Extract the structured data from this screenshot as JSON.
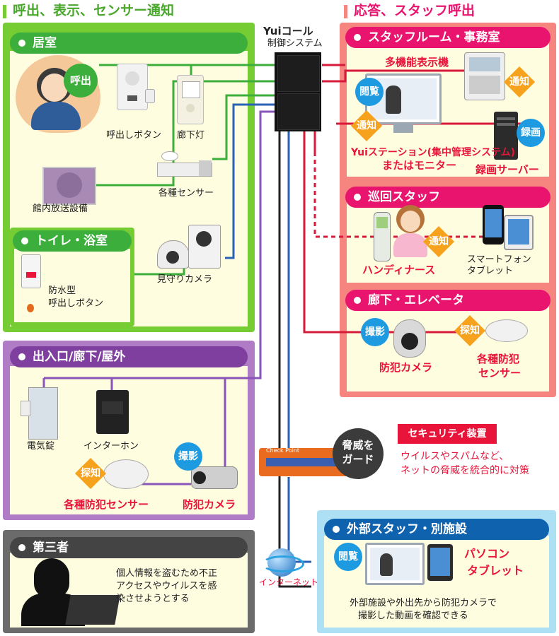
{
  "left_heading": "呼出、表示、センサー通知",
  "right_heading": "応答、スタッフ呼出",
  "controller": {
    "logo": "Yuiコール",
    "subtitle": "制御システム"
  },
  "kyoshitsu": {
    "title": "居室",
    "call_bubble": "呼出",
    "call_button": "呼出しボタン",
    "hall_light": "廊下灯",
    "sensors": "各種センサー",
    "broadcast": "館内放送設備",
    "camera": "見守りカメラ"
  },
  "toilet": {
    "title": "トイレ・浴室",
    "button_line1": "防水型",
    "button_line2": "呼出しボタン"
  },
  "entrance": {
    "title": "出入口/廊下/屋外",
    "lock": "電気錠",
    "intercom": "インターホン",
    "detect_badge": "探知",
    "shoot_badge": "撮影",
    "sensor": "各種防犯センサー",
    "camera": "防犯カメラ"
  },
  "third_party": {
    "title": "第三者",
    "desc_line1": "個人情報を盗むため不正",
    "desc_line2": "アクセスやウイルスを感",
    "desc_line3": "染させようとする"
  },
  "staff_room": {
    "title": "スタッフルーム・事務室",
    "display_device": "多機能表示機",
    "notify_badge": "通知",
    "view_badge": "閲覧",
    "notify_badge2": "通知",
    "record_badge": "録画",
    "station_line1": "Yuiステーション(集中管理システム)",
    "station_line2": "またはモニター",
    "recorder": "録画サーバー"
  },
  "patrol": {
    "title": "巡回スタッフ",
    "notify_badge": "通知",
    "handy": "ハンディナース",
    "phone_line1": "スマートフォン",
    "phone_line2": "タブレット"
  },
  "hallway": {
    "title": "廊下・エレベータ",
    "shoot_badge": "撮影",
    "detect_badge": "探知",
    "camera": "防犯カメラ",
    "sensor_line1": "各種防犯",
    "sensor_line2": "センサー"
  },
  "security": {
    "guard_line1": "脅威を",
    "guard_line2": "ガード",
    "device_label": "セキュリティ装置",
    "desc_line1": "ウイルスやスパムなど、",
    "desc_line2": "ネットの脅威を統合的に対策",
    "appliance_brand": "Check Point"
  },
  "internet": "インターネット",
  "external": {
    "title": "外部スタッフ・別施設",
    "view_badge": "閲覧",
    "pc_line1": "パソコン",
    "pc_line2": "タブレット",
    "desc_line1": "外部施設や外出先から防犯カメラで",
    "desc_line2": "撮影した動画を確認できる"
  },
  "colors": {
    "green": "#76cc33",
    "pink": "#e8146e",
    "salmon": "#f6857f",
    "purple": "#b07cc6",
    "gray": "#6b6b6b",
    "blue_panel": "#aee0f5",
    "blue_header": "#0f62ae",
    "red": "#e8143a",
    "orange_badge": "#f7a21d",
    "blue_badge": "#1e9be0"
  }
}
